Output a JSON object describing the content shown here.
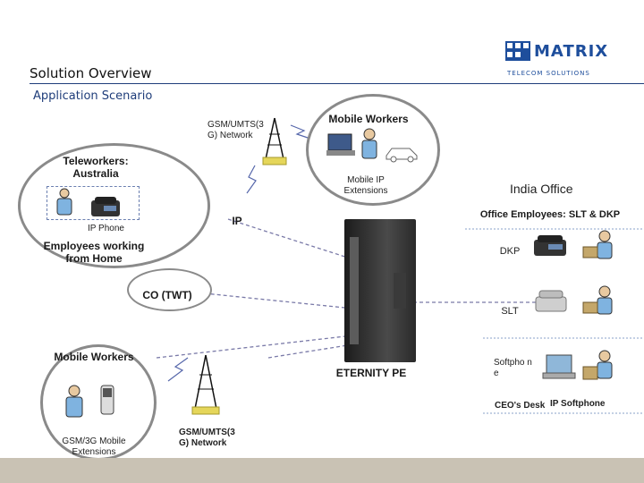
{
  "header": {
    "title": "Solution Overview",
    "subtitle": "Application Scenario",
    "logo_name": "MATRIX",
    "logo_tagline": "TELECOM SOLUTIONS"
  },
  "nodes": {
    "gsm_top": "GSM/UMTS(3 G) Network",
    "mobile_workers_top": "Mobile Workers",
    "mobile_ip_ext": "Mobile IP Extensions",
    "teleworkers": "Teleworkers: Australia",
    "ip_phone": "IP Phone",
    "employees_home": "Employees working from Home",
    "ip_cloud": "IP",
    "co_cloud": "CO (TWT)",
    "india_office": "India Office",
    "office_employees": "Office Employees: SLT & DKP",
    "dkp": "DKP",
    "slt": "SLT",
    "softphone": "Softpho ne",
    "ceo_desk": "CEO's Desk",
    "ip_softphone": "IP Softphone",
    "mobile_workers_bottom": "Mobile Workers",
    "gsm_3g_ext": "GSM/3G Mobile Extensions",
    "gsm_bottom": "GSM/UMTS(3 G) Network",
    "eternity": "ETERNITY PE"
  },
  "colors": {
    "accent": "#1e4e9c",
    "cloud": "#8a8a8a",
    "link": "#7a7aa8"
  }
}
